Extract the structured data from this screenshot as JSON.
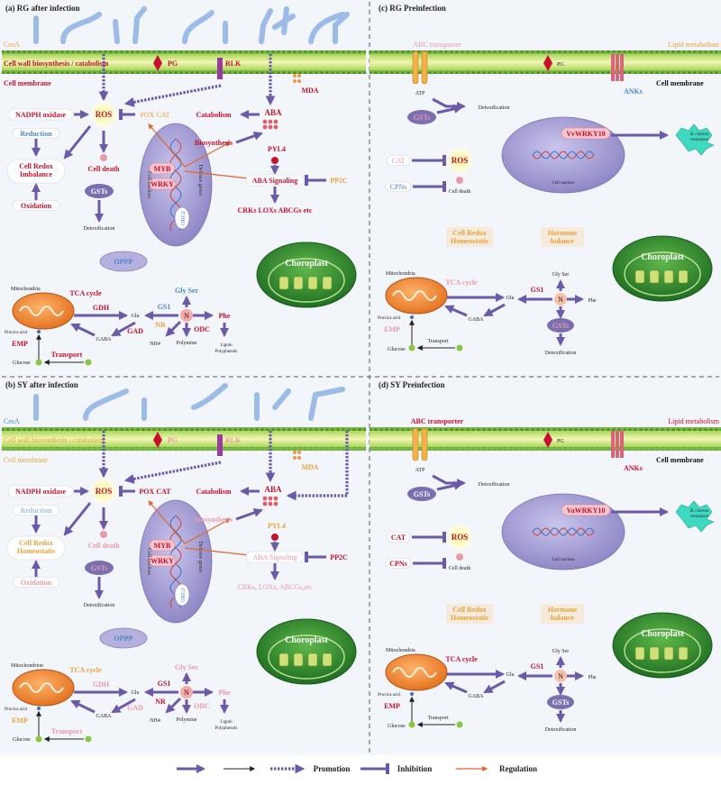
{
  "panels": {
    "a": {
      "title": "(a) RG after infection",
      "cesa": "CesA",
      "cell_wall": "Cell wall biosynthesis / catabolism",
      "pg": "PG",
      "rlk": "RLK",
      "cell_membrane": "Cell membrane",
      "mda": "MDA",
      "nadph": "NADPH oxidase",
      "ros": "ROS",
      "poxcat": "POX CAT",
      "catabolism": "Catabolism",
      "aba": "ABA",
      "reduction": "Reduction",
      "redox": [
        "Cell Redox",
        "Imbalance"
      ],
      "oxidation": "Oxidation",
      "celldeath": "Cell death",
      "gsts": "GSTs",
      "detox": "Detoxification",
      "myb": "MYB",
      "wrky": "WRKY",
      "org2": "ORG2",
      "nucleus": "Cell nucleus",
      "defense": "Defense genes",
      "biosynthesis": "Biosynthesis",
      "pyl4": "PYL4",
      "abasig": "ABA Signaling",
      "pp2c": "PP2C",
      "crks": "CRKs LOXs ABCGs etc",
      "oppp": "OPPP",
      "choroplast": "Choroplast",
      "mito": "Mitochondria",
      "tca": "TCA cycle",
      "gdh": "GDH",
      "glu": "Glu",
      "gaba": "GABA",
      "gad": "GAD",
      "pyruvic": "Pruvica acid",
      "emp": "EMP",
      "glucose": "Glucose",
      "transport": "Transport",
      "gs1": "GS1",
      "glyser": "Gly Ser",
      "n": "N",
      "nr": "NR",
      "nh4": "NH4",
      "odc": "ODC",
      "polymine": "Polymine",
      "phe": "Phe",
      "lignin": [
        "Lignin",
        "Polyphenols"
      ]
    },
    "b": {
      "title": "(b) SY after infection",
      "cesa": "CesA",
      "cell_wall": "Cell wall biosynthesis / catabolism",
      "pg": "PG",
      "rlk": "RLK",
      "cell_membrane": "Cell membrane",
      "mda": "MDA",
      "nadph": "NADPH oxidase",
      "ros": "ROS",
      "poxcat": "POX CAT",
      "catabolism": "Catabolism",
      "aba": "ABA",
      "reduction": "Reduction",
      "redox": [
        "Cell Redox",
        "Homeostatis"
      ],
      "oxidation": "Oxidation",
      "celldeath": "Cell death",
      "gsts": "GSTs",
      "detox": "Detoxification",
      "myb": "MYB",
      "wrky": "WRKY",
      "org2": "ORG2",
      "nucleus": "Cell nucleus",
      "defense": "Defense genes",
      "biosynthesis": "Biosynthesis",
      "pyl4": "PYL4",
      "abasig": "ABA Signaling",
      "pp2c": "PP2C",
      "crks": "CRKs, LOXs, ABCGs,etc",
      "oppp": "OPPP",
      "choroplast": "Choroplast",
      "mito": "Mitochondrion",
      "tca": "TCA cycle",
      "gdh": "GDH",
      "glu": "Glu",
      "gaba": "GABA",
      "gad": "GAD",
      "pyruvic": "Pruvica acid",
      "emp": "EMP",
      "glucose": "Glucose",
      "transport": "Transport",
      "gs1": "GS1",
      "glyser": "Gly Ser",
      "n": "N",
      "nr": "NR",
      "nh4": "NH4",
      "odc": "ODC",
      "polymine": "Polymine",
      "phe": "Phe",
      "lignin": [
        "Lignin",
        "Polyphenols"
      ]
    },
    "c": {
      "title": "(c) RG Preinfection",
      "lipid": "Lipid metabolism",
      "abc": "ABC transporter",
      "pg": "PG",
      "anks": "ANKs",
      "cell_membrane": "Cell membrane",
      "atp": "ATP",
      "detox": "Detoxification",
      "gsts": "GSTs",
      "wrky10": "VvWRKY10",
      "bcinerea": [
        "B. cinerea",
        "resistance"
      ],
      "nucleus": "Cell nucleus",
      "cat": "CAT",
      "ros": "ROS",
      "cpns": "CPNs",
      "celldeath": "Cell death",
      "redox": [
        "Cell Redox",
        "Homeostatis"
      ],
      "hormone": [
        "Hormone",
        "balance"
      ],
      "choroplast": "Choroplast",
      "mito": "Mitochondria",
      "tca": "TCA cycle",
      "glu": "Glu",
      "gaba": "GABA",
      "gs1": "GS1",
      "n": "N",
      "glyser": "Gly Ser",
      "phe": "Phe",
      "gsts2": "GSTs",
      "pyruvic": "Pruvica acid",
      "emp": "EMP",
      "glucose": "Glucose",
      "transport": "Transport",
      "detox2": "Detoxification"
    },
    "d": {
      "title": "(d) SY Preinfection",
      "lipid": "Lipid metabolism",
      "abc": "ABC transporter",
      "pg": "PG",
      "anks": "ANKs",
      "cell_membrane": "Cell membrane",
      "atp": "ATP",
      "detox": "Detoxification",
      "gsts": "GSTs",
      "wrky10": "VaWRKY10",
      "bcinerea": [
        "B. cinerea",
        "resistance"
      ],
      "nucleus": "Cell nucleus",
      "cat": "CAT",
      "ros": "ROS",
      "cpns": "CPNs",
      "celldeath": "Cell death",
      "redox": [
        "Cell Redox",
        "Homeostatis"
      ],
      "hormone": [
        "Hormone",
        "balance"
      ],
      "choroplast": "Choroplast",
      "mito": "Mitochondria",
      "tca": "TCA cycle",
      "glu": "Glu",
      "gaba": "GABA",
      "gs1": "GS1",
      "n": "N",
      "glyser": "Gly Ser",
      "phe": "Phe",
      "gsts2": "GSTs",
      "pyruvic": "Pruvica acid",
      "emp": "EMP",
      "glucose": "Glucose",
      "transport": "Transport",
      "detox2": "Detoxification"
    }
  },
  "legend": {
    "promotion": "Promotion",
    "inhibition": "Inhibition",
    "regulation": "Regulation"
  },
  "colors": {
    "arrow": "#6a5aa8",
    "regulation": "#e0662a",
    "up_red": "#c8102e",
    "up_orange": "#e8a33a",
    "down_blue": "#4b86c8",
    "faded_pink": "#e89aa8",
    "membrane": "#8cc63f",
    "nucleus": "#9a94cc",
    "chloroplast": "#2d8a2d",
    "mito": "#e8842a",
    "bg": "#f2f5fa"
  }
}
